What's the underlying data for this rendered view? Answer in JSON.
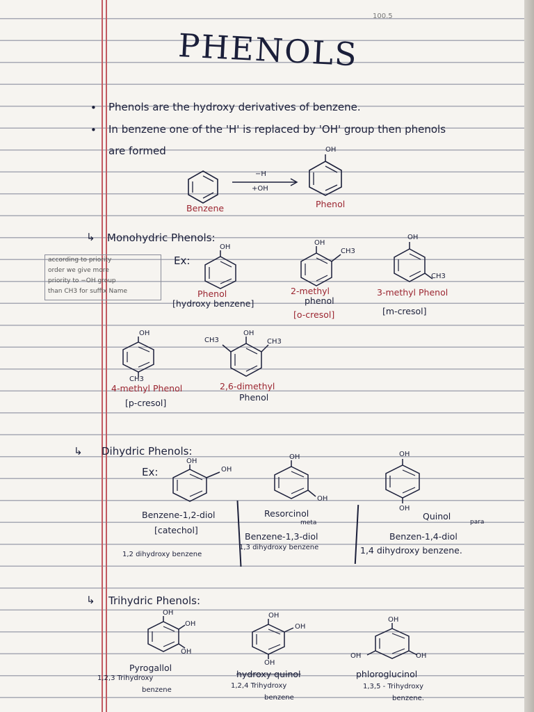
{
  "header": {
    "page_tag": "100.5",
    "title": "PHENOLS"
  },
  "intro": {
    "bullet_1": "Phenols are the hydroxy derivatives of benzene.",
    "bullet_2": "In benzene one of the 'H' is replaced by 'OH' group then phenols",
    "bullet_2_cont": "are formed"
  },
  "reaction": {
    "reactant": "Benzene",
    "product": "Phenol",
    "above_arrow": "−H",
    "below_arrow": "+OH",
    "oh_label": "OH"
  },
  "monohydric": {
    "heading": "Monohydric Phenols:",
    "side_note": [
      "according to priority",
      "order we give more",
      "priority to −OH group",
      "than CH3 for suffix Name"
    ],
    "ex": "Ex:",
    "oh": "OH",
    "ch3": "CH3",
    "compounds": [
      {
        "name": "Phenol",
        "alt": "[hydroxy benzene]"
      },
      {
        "name": "2-methyl",
        "name2": "phenol",
        "alt": "[o-cresol]"
      },
      {
        "name": "3-methyl Phenol",
        "alt": "[m-cresol]"
      },
      {
        "name": "4-methyl Phenol",
        "alt": "[p-cresol]"
      },
      {
        "name": "2,6-dimethyl",
        "name2": "Phenol"
      }
    ]
  },
  "dihydric": {
    "heading": "Dihydric Phenols:",
    "ex": "Ex:",
    "oh": "OH",
    "compounds": [
      {
        "name": "Benzene-1,2-diol",
        "alt": "[catechol]",
        "desc": "1,2 dihydroxy benzene"
      },
      {
        "name": "Resorcinol",
        "note": "meta",
        "alt": "Benzene-1,3-diol",
        "desc": "1,3 dihydroxy benzene"
      },
      {
        "name": "Quinol",
        "note": "para",
        "alt": "Benzen-1,4-diol",
        "desc": "1,4 dihydroxy benzene."
      }
    ]
  },
  "trihydric": {
    "heading": "Trihydric Phenols:",
    "oh": "OH",
    "compounds": [
      {
        "name": "Pyrogallol",
        "desc": "1,2,3 Trihydroxy",
        "desc2": "benzene"
      },
      {
        "name": "hydroxy quinol",
        "desc": "1,2,4 Trihydroxy",
        "desc2": "benzene"
      },
      {
        "name": "phloroglucinol",
        "desc": "1,3,5 - Trihydroxy",
        "desc2": "benzene."
      }
    ]
  }
}
